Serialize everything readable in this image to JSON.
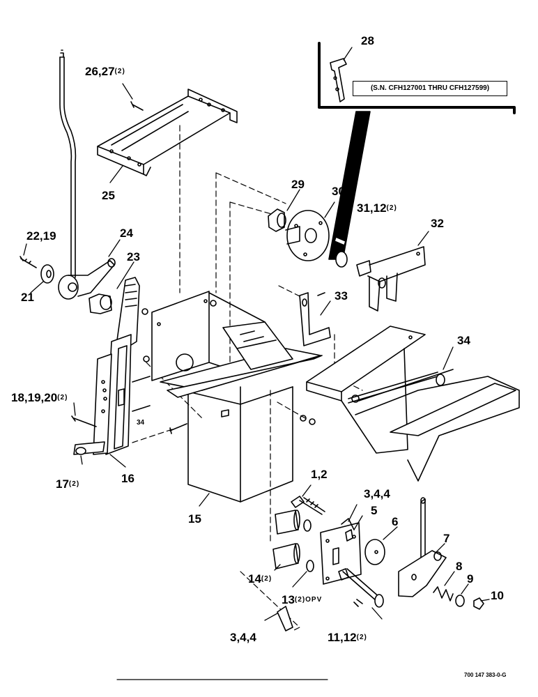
{
  "inset_note": "(S.N. CFH127001 THRU CFH127599)",
  "document_number": "700 147 383-0-G",
  "labels": {
    "l28": "28",
    "l2627": "26,27",
    "l2627_qty": "(2)",
    "l25": "25",
    "l29": "29",
    "l30": "30",
    "l3112": "31,12",
    "l3112_qty": "(2)",
    "l32": "32",
    "l2219": "22,19",
    "l24": "24",
    "l23": "23",
    "l21": "21",
    "l33": "33",
    "l34": "34",
    "l34small": "34",
    "l181920": "18,19,20",
    "l181920_qty": "(2)",
    "l17": "17",
    "l17_qty": "(2)",
    "l16": "16",
    "l15": "15",
    "l12": "1,2",
    "l344a": "3,4,4",
    "l5": "5",
    "l6": "6",
    "l7": "7",
    "l14": "14",
    "l14_qty": "(2)",
    "l8": "8",
    "l9": "9",
    "l10": "10",
    "l13": "13",
    "l13_qty": "(2)",
    "l13_suffix": "OPV",
    "l344b": "3,4,4",
    "l1112": "11,12",
    "l1112_qty": "(2)"
  }
}
